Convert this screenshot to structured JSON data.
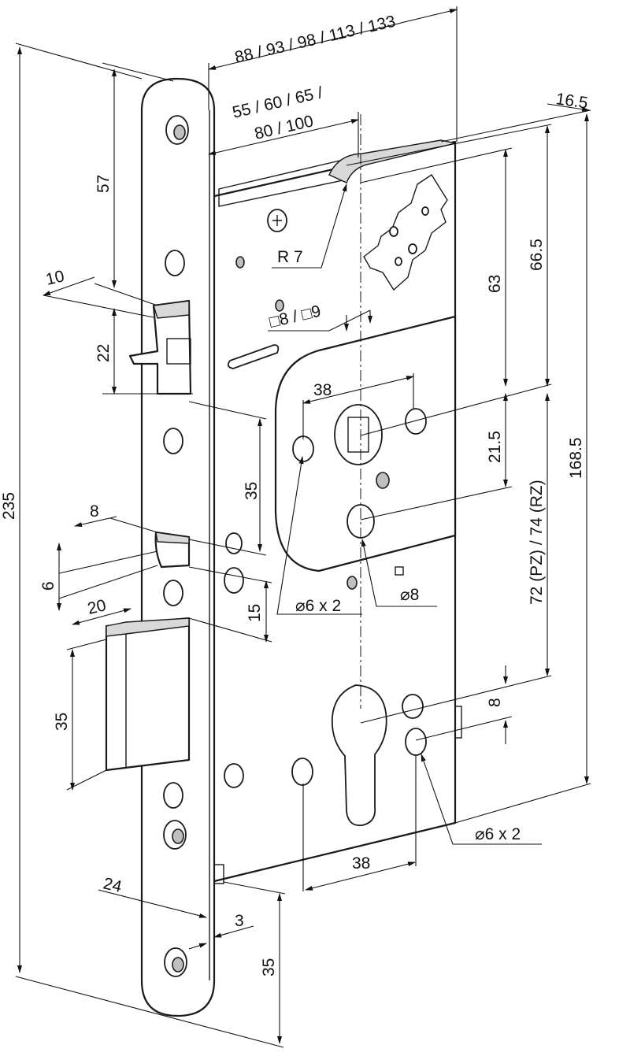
{
  "labels": {
    "backset_widths": "88 / 93 / 98 / 113 / 133",
    "backsets_line1": "55 / 60 / 65 /",
    "backsets_line2": "80 / 100",
    "faceplate_thickness": "16.5",
    "radius": "R 7",
    "spindle": "□8 / □9",
    "latch_top_offset": "57",
    "latch_projection": "10",
    "latch_height": "22",
    "overall_height": "235",
    "latch_to_aux_distance": "35",
    "aux_latch_projection": "8",
    "aux_latch_height": "6",
    "aux_to_bolt_distance": "15",
    "bolt_projection": "20",
    "bolt_height": "35",
    "handle_holes_spacing_top": "38",
    "top_to_spindle": "63",
    "spindle_to_lower_hole": "21.5",
    "top_to_follower": "66.5",
    "follower_to_cylinder": "72 (PZ) / 74 (RZ)",
    "total_fixing_distance": "168.5",
    "fixing_holes_top": "⌀6 x 2",
    "small_square": "⌀8",
    "cylinder_offset": "8",
    "fixing_holes_bottom": "⌀6 x 2",
    "handle_holes_spacing_bottom": "38",
    "faceplate_width": "24",
    "faceplate_gap": "3",
    "bottom_distance": "35"
  }
}
